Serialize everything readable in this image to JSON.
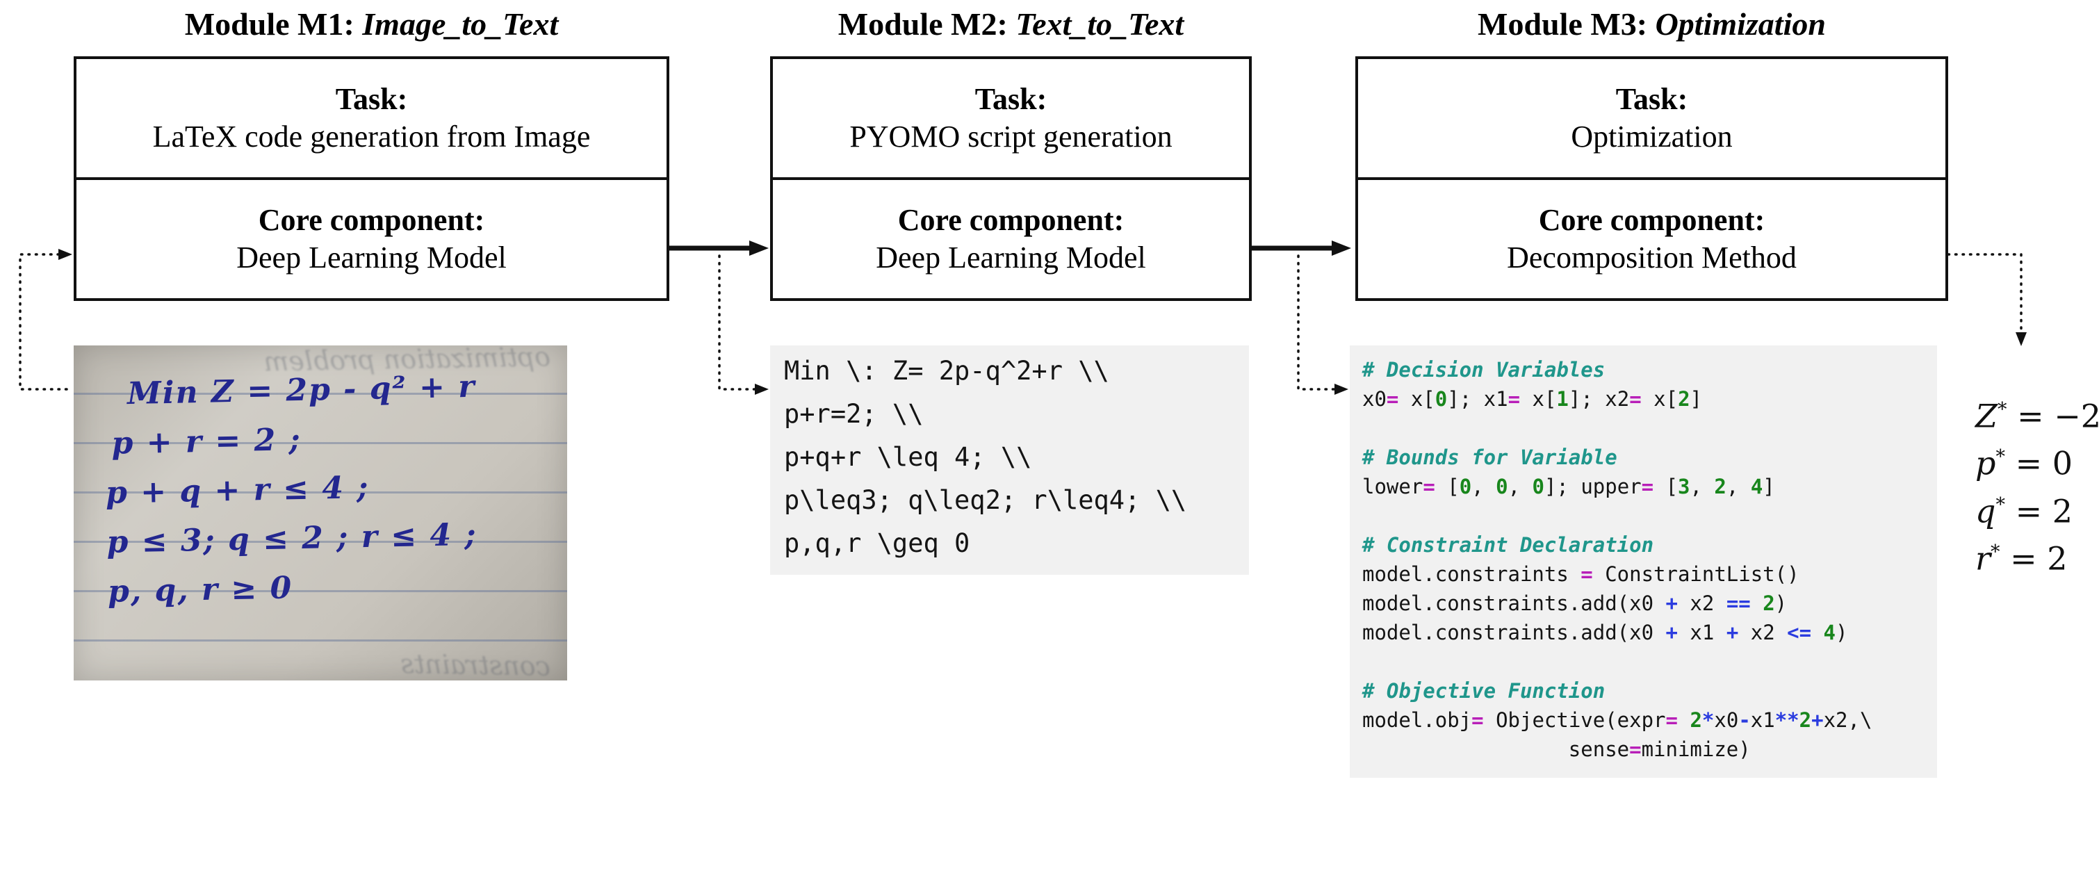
{
  "modules": [
    {
      "title_prefix": "Module M1: ",
      "title_name": "Image_to_Text",
      "task_label": "Task:",
      "task_text": "LaTeX code generation from Image",
      "core_label": "Core component:",
      "core_text": "Deep Learning Model"
    },
    {
      "title_prefix": "Module M2: ",
      "title_name": "Text_to_Text",
      "task_label": "Task:",
      "task_text": "PYOMO script generation",
      "core_label": "Core component:",
      "core_text": "Deep Learning Model"
    },
    {
      "title_prefix": "Module M3: ",
      "title_name": "Optimization",
      "task_label": "Task:",
      "task_text": "Optimization",
      "core_label": "Core component:",
      "core_text": "Decomposition Method"
    }
  ],
  "handwritten": {
    "faded_top": "optimization problem",
    "faded_bottom": "constraints",
    "lines": [
      "Min Z = 2p - q² + r",
      "p + r  = 2 ;",
      "p + q + r ≤ 4 ;",
      "p ≤ 3;  q ≤ 2 ;  r ≤ 4 ;",
      "p, q, r ≥ 0"
    ]
  },
  "latex_code": {
    "lines": [
      "Min \\: Z= 2p-q^2+r \\\\",
      "p+r=2; \\\\",
      "p+q+r \\leq 4; \\\\",
      "p\\leq3; q\\leq2; r\\leq4; \\\\",
      "p,q,r \\geq 0"
    ]
  },
  "pyomo_code": {
    "lines": [
      [
        [
          "c",
          "# Decision Variables"
        ]
      ],
      [
        [
          "p",
          "x0"
        ],
        [
          "a",
          "="
        ],
        [
          "p",
          " x["
        ],
        [
          "n",
          "0"
        ],
        [
          "p",
          "]; x1"
        ],
        [
          "a",
          "="
        ],
        [
          "p",
          " x["
        ],
        [
          "n",
          "1"
        ],
        [
          "p",
          "]; x2"
        ],
        [
          "a",
          "="
        ],
        [
          "p",
          " x["
        ],
        [
          "n",
          "2"
        ],
        [
          "p",
          "]"
        ]
      ],
      [],
      [
        [
          "c",
          "# Bounds for Variable"
        ]
      ],
      [
        [
          "p",
          "lower"
        ],
        [
          "a",
          "="
        ],
        [
          "p",
          " ["
        ],
        [
          "n",
          "0"
        ],
        [
          "p",
          ", "
        ],
        [
          "n",
          "0"
        ],
        [
          "p",
          ", "
        ],
        [
          "n",
          "0"
        ],
        [
          "p",
          "]; upper"
        ],
        [
          "a",
          "="
        ],
        [
          "p",
          " ["
        ],
        [
          "n",
          "3"
        ],
        [
          "p",
          ", "
        ],
        [
          "n",
          "2"
        ],
        [
          "p",
          ", "
        ],
        [
          "n",
          "4"
        ],
        [
          "p",
          "]"
        ]
      ],
      [],
      [
        [
          "c",
          "# Constraint Declaration"
        ]
      ],
      [
        [
          "p",
          "model.constraints "
        ],
        [
          "a",
          "="
        ],
        [
          "p",
          " ConstraintList()"
        ]
      ],
      [
        [
          "p",
          "model.constraints.add(x0 "
        ],
        [
          "o",
          "+"
        ],
        [
          "p",
          " x2 "
        ],
        [
          "o",
          "=="
        ],
        [
          "p",
          " "
        ],
        [
          "n",
          "2"
        ],
        [
          "p",
          ")"
        ]
      ],
      [
        [
          "p",
          "model.constraints.add(x0 "
        ],
        [
          "o",
          "+"
        ],
        [
          "p",
          " x1 "
        ],
        [
          "o",
          "+"
        ],
        [
          "p",
          " x2 "
        ],
        [
          "o",
          "<="
        ],
        [
          "p",
          " "
        ],
        [
          "n",
          "4"
        ],
        [
          "p",
          ")"
        ]
      ],
      [],
      [
        [
          "c",
          "# Objective Function"
        ]
      ],
      [
        [
          "p",
          "model.obj"
        ],
        [
          "a",
          "="
        ],
        [
          "p",
          " Objective(expr"
        ],
        [
          "a",
          "="
        ],
        [
          "p",
          " "
        ],
        [
          "n",
          "2"
        ],
        [
          "o",
          "*"
        ],
        [
          "p",
          "x0"
        ],
        [
          "o",
          "-"
        ],
        [
          "p",
          "x1"
        ],
        [
          "o",
          "**"
        ],
        [
          "n",
          "2"
        ],
        [
          "o",
          "+"
        ],
        [
          "p",
          "x2"
        ],
        [
          "p",
          ",\\"
        ]
      ],
      [
        [
          "p",
          "                 sense"
        ],
        [
          "a",
          "="
        ],
        [
          "p",
          "minimize)"
        ]
      ]
    ]
  },
  "results": {
    "lines": [
      "Z* = −2",
      "p* = 0",
      "q* = 2",
      "r* = 2"
    ]
  },
  "colors": {
    "box_border": "#111111",
    "code_bg": "#f1f1f1",
    "comment": "#1f968b",
    "number": "#18861c",
    "operator": "#2b3cdf",
    "assign": "#b81fb8",
    "ink_blue": "#23278f"
  }
}
